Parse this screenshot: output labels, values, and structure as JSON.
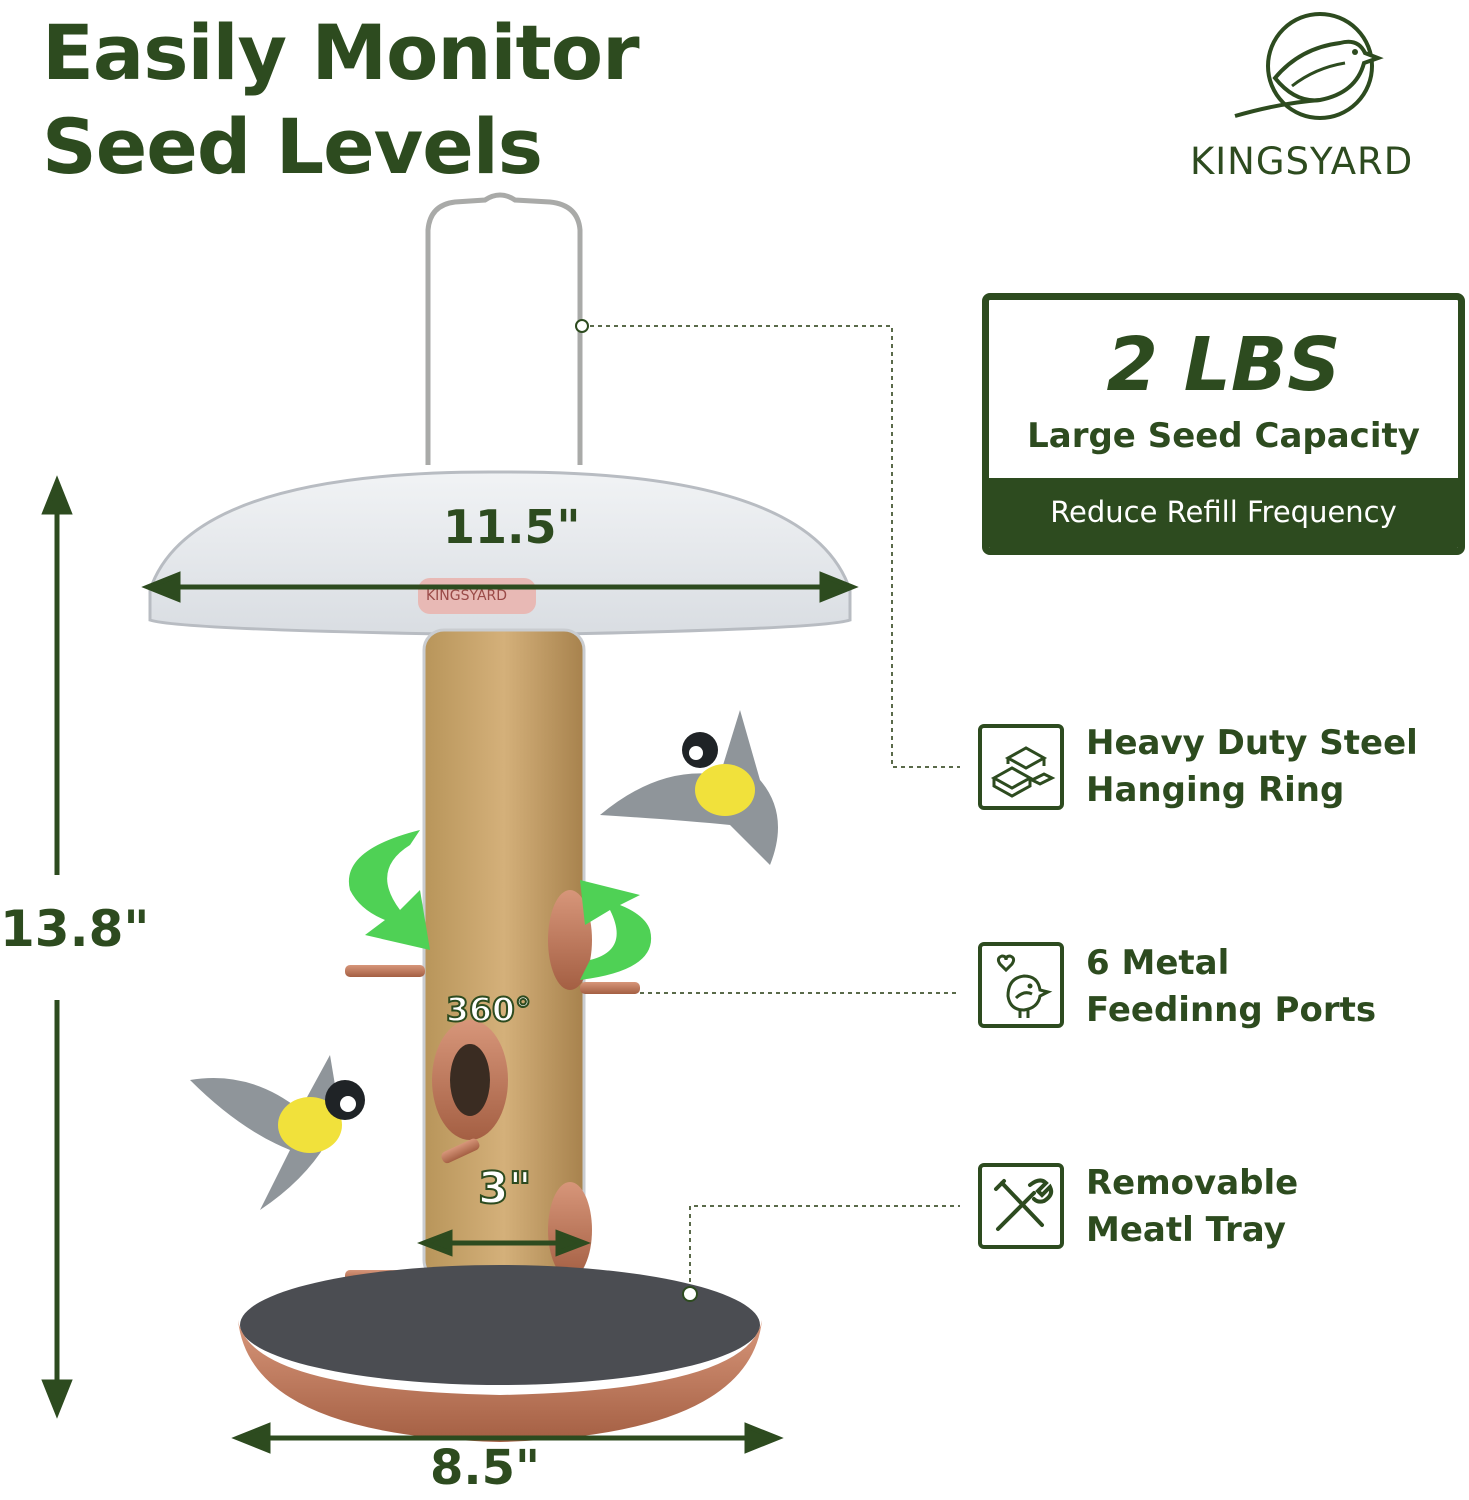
{
  "headline": {
    "line1": "Easily Monitor",
    "line2": "Seed Levels"
  },
  "brand": {
    "name": "KINGSYARD",
    "logo_icon": "bird-circle-logo-icon",
    "dome_label": "KINGSYARD"
  },
  "capacity": {
    "amount": "2 LBS",
    "subtitle": "Large Seed Capacity",
    "band": "Reduce Refill Frequency"
  },
  "features": [
    {
      "icon": "steel-bars-icon",
      "line1": "Heavy Duty Steel",
      "line2": "Hanging Ring"
    },
    {
      "icon": "bird-heart-icon",
      "line1": "6 Metal",
      "line2": "Feedinng Ports"
    },
    {
      "icon": "tools-icon",
      "line1": "Removable",
      "line2": "Meatl Tray"
    }
  ],
  "dimensions": {
    "height": "13.8\"",
    "dome_width": "11.5\"",
    "tube_width": "3\"",
    "tray_width": "8.5\"",
    "rotation": "360°"
  },
  "colors": {
    "brand_green": "#2d4b1f",
    "copper": "#c07a5a",
    "arrow_green": "#4fd155"
  }
}
